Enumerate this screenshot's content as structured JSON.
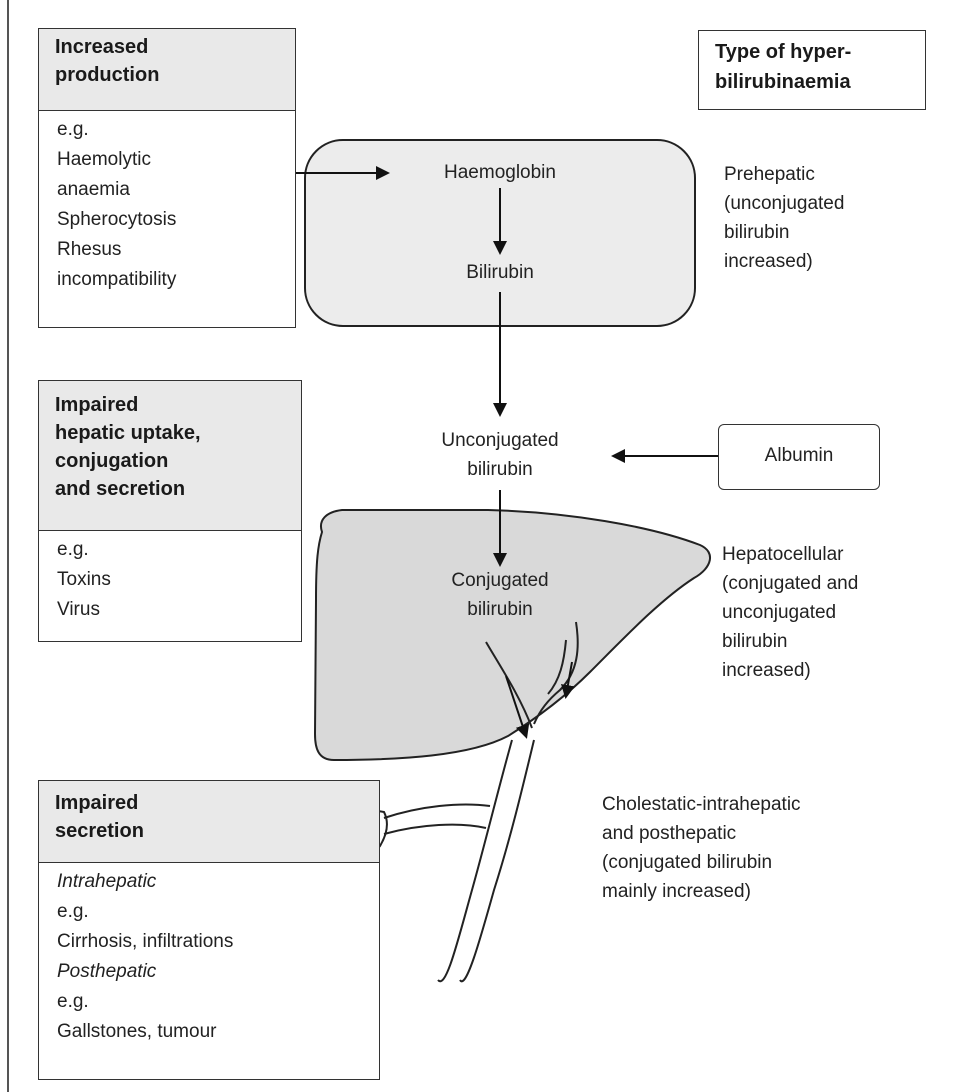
{
  "type_box": {
    "lines": [
      "Type of hyper-",
      "bilirubinaemia"
    ]
  },
  "box_production": {
    "title_lines": [
      "Increased",
      "production"
    ],
    "body_lines": [
      "e.g.",
      "Haemolytic",
      "anaemia",
      "Spherocytosis",
      "Rhesus",
      "incompatibility"
    ]
  },
  "box_hepatic": {
    "title_lines": [
      "Impaired",
      "hepatic uptake,",
      "conjugation",
      "and secretion"
    ],
    "body_lines": [
      "e.g.",
      "Toxins",
      "Virus"
    ]
  },
  "box_secretion": {
    "title_lines": [
      "Impaired",
      "secretion"
    ],
    "body": {
      "intra_heading": "Intrahepatic",
      "intra_eg": "e.g.",
      "intra_examples": "Cirrhosis, infiltrations",
      "post_heading": "Posthepatic",
      "post_eg": "e.g.",
      "post_examples": "Gallstones, tumour"
    }
  },
  "nodes": {
    "haemoglobin": "Haemoglobin",
    "bilirubin": "Bilirubin",
    "unconjugated_lines": [
      "Unconjugated",
      "bilirubin"
    ],
    "albumin": "Albumin",
    "conjugated_lines": [
      "Conjugated",
      "bilirubin"
    ]
  },
  "types": {
    "prehepatic_lines": [
      "Prehepatic",
      "(unconjugated",
      "bilirubin",
      "increased)"
    ],
    "hepatocellular_lines": [
      "Hepatocellular",
      "(conjugated and",
      "unconjugated",
      "bilirubin",
      "increased)"
    ],
    "cholestatic_lines": [
      "Cholestatic-intrahepatic",
      "and posthepatic",
      "(conjugated bilirubin",
      "mainly increased)"
    ]
  },
  "colors": {
    "liver_fill": "#d9d9d9",
    "spleen_box_fill": "#ececec",
    "box_head_fill": "#e9e9e9",
    "stroke": "#222222"
  }
}
